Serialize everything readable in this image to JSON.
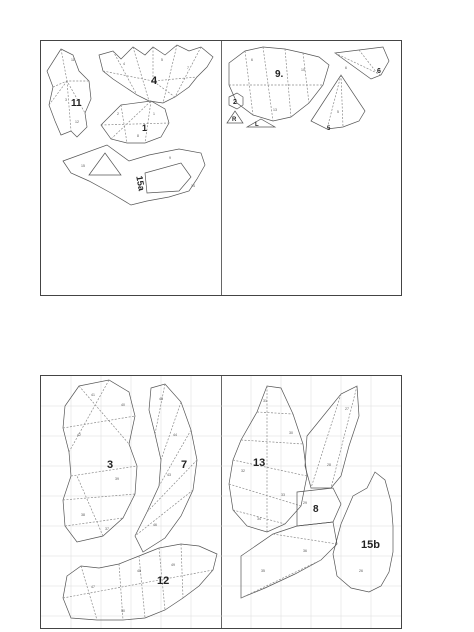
{
  "top_sheet": {
    "piece_labels": {
      "p4": "4",
      "p11": "11",
      "p1": "1",
      "p15a": "15a",
      "p9": "9.",
      "p6": "6",
      "p2": "2",
      "pR": "R",
      "pL": "L",
      "p5": "5"
    }
  },
  "bottom_sheet": {
    "piece_labels": {
      "p3": "3",
      "p7": "7",
      "p12": "12",
      "p13": "13",
      "p8": "8",
      "p15b": "15b"
    }
  },
  "colors": {
    "line": "#555555",
    "fold": "#8a8a8a",
    "grid": "#dddddd",
    "border": "#444444"
  }
}
